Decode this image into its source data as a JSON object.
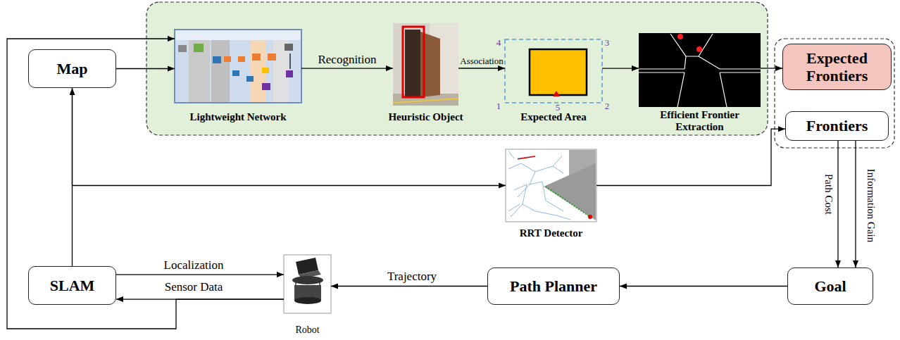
{
  "diagram": {
    "nodes": [
      {
        "text": [
          "Map"
        ]
      },
      {
        "text": [
          "Lightweight Network"
        ]
      },
      {
        "text": [
          "Heuristic Object"
        ]
      },
      {
        "text": [
          "Expected Area"
        ]
      },
      {
        "text": [
          "Efficient Frontier Extraction"
        ]
      },
      {
        "text": [
          "Expected Frontiers"
        ]
      },
      {
        "text": [
          "Frontiers"
        ]
      },
      {
        "text": [
          "RRT Detector"
        ]
      },
      {
        "text": [
          "SLAM"
        ]
      },
      {
        "text": [
          "Robot"
        ]
      },
      {
        "text": [
          "Path Planner"
        ]
      },
      {
        "text": [
          "Goal"
        ]
      }
    ],
    "edges": [
      {
        "from": 0,
        "to": 1,
        "arrow": "to"
      },
      {
        "from": 9,
        "to": 1,
        "arrow": "to"
      },
      {
        "from": 1,
        "to": 2,
        "label": "Recognition",
        "arrow": "to"
      },
      {
        "from": 2,
        "to": 3,
        "label": "Association",
        "arrow": "to"
      },
      {
        "from": 3,
        "to": 4,
        "arrow": "to"
      },
      {
        "from": 4,
        "to": 5,
        "arrow": "to"
      },
      {
        "from": 0,
        "to": 7,
        "arrow": "to"
      },
      {
        "from": 7,
        "to": 6,
        "arrow": "to"
      },
      {
        "from": 6,
        "to": 11,
        "label": "Path Cost",
        "arrow": "to"
      },
      {
        "from": 6,
        "to": 11,
        "label": "Information Gain",
        "arrow": "to"
      },
      {
        "from": 11,
        "to": 10,
        "arrow": "to"
      },
      {
        "from": 10,
        "to": 9,
        "label": "Trajectory",
        "arrow": "to"
      },
      {
        "from": 8,
        "to": 9,
        "label": "Localization",
        "arrow": "to"
      },
      {
        "from": 9,
        "to": 8,
        "label": "Sensor Data",
        "arrow": "to"
      },
      {
        "from": 8,
        "to": 0,
        "arrow": "to"
      }
    ],
    "labels": [
      "4",
      "3",
      "1",
      "5",
      "2"
    ]
  }
}
